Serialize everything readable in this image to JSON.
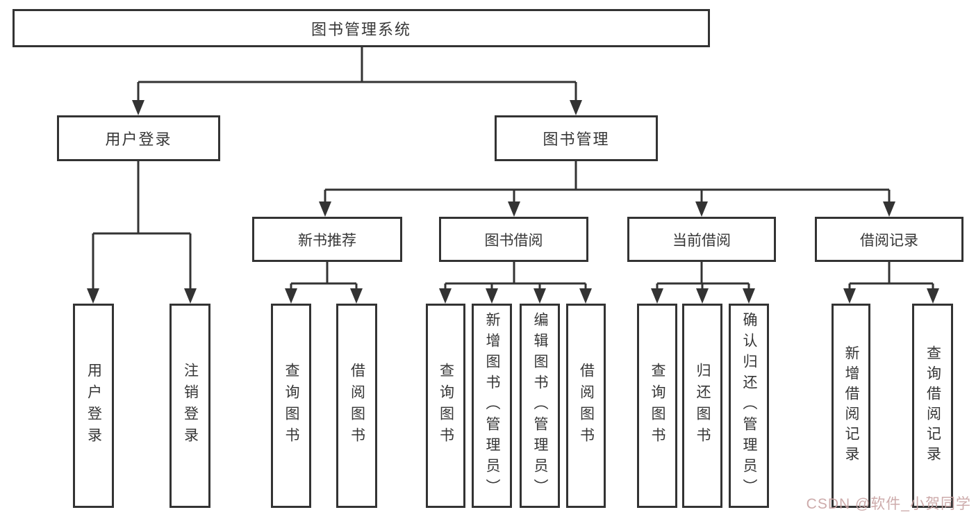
{
  "diagram": {
    "title": "图书管理系统",
    "colors": {
      "line": "#333333",
      "text": "#363636",
      "box_background": "#ffffff",
      "watermark": "#c9a4a4"
    },
    "tree": {
      "root": {
        "label": "图书管理系统",
        "children": [
          {
            "label": "用户登录",
            "children": [
              {
                "label": "用户登录"
              },
              {
                "label": "注销登录"
              }
            ]
          },
          {
            "label": "图书管理",
            "children": [
              {
                "label": "新书推荐",
                "children": [
                  {
                    "label": "查询图书"
                  },
                  {
                    "label": "借阅图书"
                  }
                ]
              },
              {
                "label": "图书借阅",
                "children": [
                  {
                    "label": "查询图书"
                  },
                  {
                    "label": "新增图书（管理员）"
                  },
                  {
                    "label": "编辑图书（管理员）"
                  },
                  {
                    "label": "借阅图书"
                  }
                ]
              },
              {
                "label": "当前借阅",
                "children": [
                  {
                    "label": "查询图书"
                  },
                  {
                    "label": "归还图书"
                  },
                  {
                    "label": "确认归还（管理员）"
                  }
                ]
              },
              {
                "label": "借阅记录",
                "children": [
                  {
                    "label": "新增借阅记录"
                  },
                  {
                    "label": "查询借阅记录"
                  }
                ]
              }
            ]
          }
        ]
      }
    },
    "watermark": "CSDN @软件_小贺同学"
  }
}
